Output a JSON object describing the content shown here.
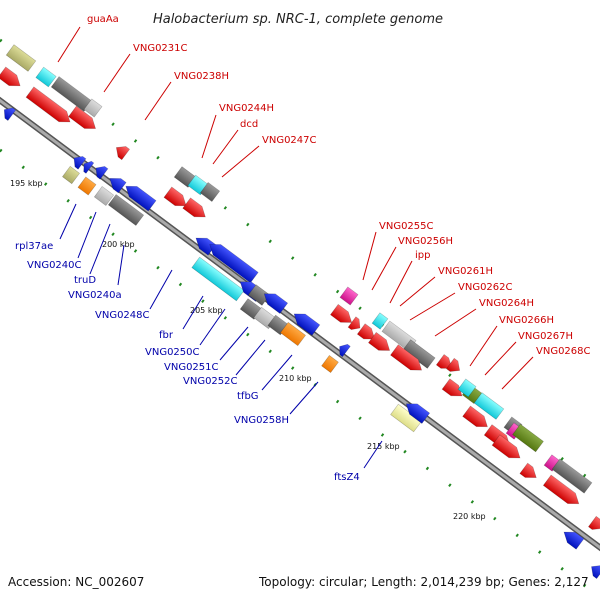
{
  "title": "Halobacterium sp. NRC-1, complete genome",
  "footer": {
    "accession": "Accession: NC_002607",
    "topology": "Topology: circular; Length: 2,014,239 bp; Genes: 2,127"
  },
  "kbp_labels": [
    "195 kbp",
    "200 kbp",
    "205 kbp",
    "210 kbp",
    "215 kbp",
    "220 kbp"
  ],
  "genes_red": [
    "guaAa",
    "VNG0231C",
    "VNG0238H",
    "VNG0244H",
    "dcd",
    "VNG0247C",
    "VNG0255C",
    "VNG0256H",
    "ipp",
    "VNG0261H",
    "VNG0262C",
    "VNG0264H",
    "VNG0266H",
    "VNG0267H",
    "VNG0268C"
  ],
  "genes_blue": [
    "rpl37ae",
    "VNG0240C",
    "truD",
    "VNG0240a",
    "VNG0248C",
    "fbr",
    "VNG0250C",
    "VNG0251C",
    "VNG0252C",
    "tfbG",
    "VNG0258H",
    "ftsZ4"
  ],
  "colors": {
    "forward": "#ee1111",
    "reverse": "#1122dd",
    "grey": "#777777",
    "cyan": "#22e0e8",
    "olive": "#cccc88",
    "orange": "#ff8800",
    "magenta": "#ee22aa",
    "green": "#669922",
    "light_yellow": "#eeee99",
    "backbone": "#888888"
  }
}
